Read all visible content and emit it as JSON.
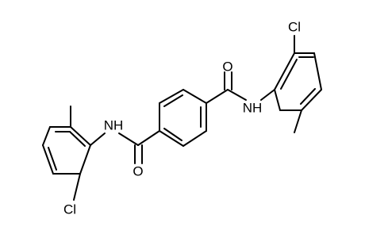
{
  "structure": {
    "labels": {
      "cl_top": "Cl",
      "o_top": "O",
      "nh_right": "NH",
      "nh_left": "NH",
      "o_bottom": "O",
      "cl_bottom": "Cl"
    }
  }
}
